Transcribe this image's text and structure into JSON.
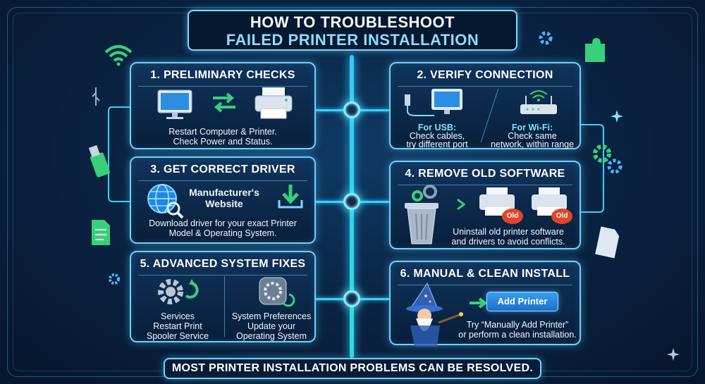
{
  "title": {
    "line1": "HOW TO TROUBLESHOOT",
    "line2": "FAILED PRINTER INSTALLATION"
  },
  "steps": [
    {
      "title": "1. PRELIMINARY CHECKS",
      "text1": "Restart Computer & Printer.",
      "text2": "Check Power and Status."
    },
    {
      "title": "2. VERIFY CONNECTION",
      "usb_label": "For USB:",
      "usb_text1": "Check cables,",
      "usb_text2": "try different port",
      "wifi_label": "For Wi-Fi:",
      "wifi_text1": "Check same",
      "wifi_text2": "network, within range"
    },
    {
      "title": "3. GET CORRECT DRIVER",
      "site1": "Manufacturer's",
      "site2": "Website",
      "text1": "Download driver for your exact Printer",
      "text2": "Model & Operating System."
    },
    {
      "title": "4. REMOVE OLD SOFTWARE",
      "old_badge": "Old",
      "text1": "Uninstall old printer software",
      "text2": "and drivers to avoid conflicts."
    },
    {
      "title": "5. ADVANCED SYSTEM FIXES",
      "left1": "Services",
      "left2": "Restart Print",
      "left3": "Spooler Service",
      "right1": "System Preferences",
      "right2": "Update your",
      "right3": "Operating System"
    },
    {
      "title": "6. MANUAL & CLEAN INSTALL",
      "button": "Add Printer",
      "text1": "Try “Manually Add Printer”",
      "text2": "or perform a clean installation."
    }
  ],
  "footer": "MOST PRINTER INSTALLATION PROBLEMS CAN BE RESOLVED.",
  "icons": [
    "wifi-icon",
    "usb-icon",
    "puzzle-icon",
    "gear-icon",
    "document-icon",
    "monitor-icon",
    "printer-icon",
    "router-icon",
    "globe-icon",
    "download-icon",
    "trash-icon",
    "wizard-icon",
    "sparkle-icon"
  ],
  "colors": {
    "accent": "#6fd0ff",
    "spine": "#35d4ff",
    "badge": "#e0452c"
  }
}
